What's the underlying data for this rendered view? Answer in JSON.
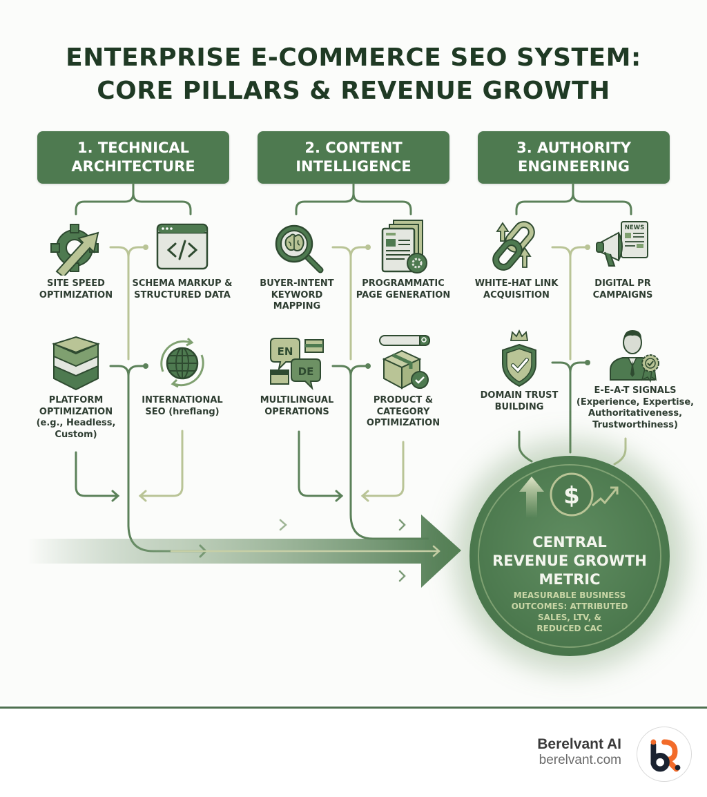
{
  "title": {
    "line1": "ENTERPRISE E-COMMERCE SEO SYSTEM:",
    "line2": "CORE PILLARS & REVENUE GROWTH"
  },
  "pillars": [
    {
      "line1": "1. TECHNICAL",
      "line2": "ARCHITECTURE",
      "items": [
        {
          "icon": "gear-arrow-icon",
          "lines": [
            "SITE SPEED",
            "OPTIMIZATION"
          ]
        },
        {
          "icon": "code-window-icon",
          "lines": [
            "SCHEMA MARKUP &",
            "STRUCTURED DATA"
          ]
        },
        {
          "icon": "layers-icon",
          "lines": [
            "PLATFORM",
            "OPTIMIZATION",
            "(e.g., Headless,",
            "Custom)"
          ]
        },
        {
          "icon": "globe-icon",
          "lines": [
            "INTERNATIONAL",
            "SEO (hreflang)"
          ]
        }
      ]
    },
    {
      "line1": "2. CONTENT",
      "line2": "INTELLIGENCE",
      "items": [
        {
          "icon": "brain-magnifier-icon",
          "lines": [
            "BUYER-INTENT",
            "KEYWORD",
            "MAPPING"
          ]
        },
        {
          "icon": "documents-gear-icon",
          "lines": [
            "PROGRAMMATIC",
            "PAGE GENERATION"
          ]
        },
        {
          "icon": "language-bubbles-icon",
          "lines": [
            "MULTILINGUAL",
            "OPERATIONS"
          ],
          "badges": [
            "EN",
            "DE"
          ]
        },
        {
          "icon": "product-box-icon",
          "lines": [
            "PRODUCT &",
            "CATEGORY",
            "OPTIMIZATION"
          ]
        }
      ]
    },
    {
      "line1": "3. AUTHORITY",
      "line2": "ENGINEERING",
      "items": [
        {
          "icon": "chain-link-icon",
          "lines": [
            "WHITE-HAT LINK",
            "ACQUISITION"
          ]
        },
        {
          "icon": "megaphone-news-icon",
          "lines": [
            "DIGITAL PR",
            "CAMPAIGNS"
          ],
          "badge": "NEWS"
        },
        {
          "icon": "shield-crown-icon",
          "lines": [
            "DOMAIN TRUST",
            "BUILDING"
          ]
        },
        {
          "icon": "expert-badge-icon",
          "lines": [
            "E-E-A-T SIGNALS",
            "(Experience, Expertise,",
            "Authoritativeness,",
            "Trustworthiness)"
          ]
        }
      ]
    }
  ],
  "hub": {
    "icon_symbol": "$",
    "title_lines": [
      "CENTRAL",
      "REVENUE GROWTH",
      "METRIC"
    ],
    "sub_lines": [
      "MEASURABLE BUSINESS",
      "OUTCOMES: ATTRIBUTED",
      "SALES, LTV, &",
      "REDUCED CAC"
    ]
  },
  "footer": {
    "brand_name": "Berelvant AI",
    "brand_url": "berelvant.com"
  },
  "colors": {
    "primary_green": "#4e7a50",
    "dark_green": "#1f3a24",
    "sage": "#b9c496",
    "light_sage": "#c7cfa6",
    "logo_orange": "#f26b2a",
    "logo_navy": "#1a2230"
  }
}
